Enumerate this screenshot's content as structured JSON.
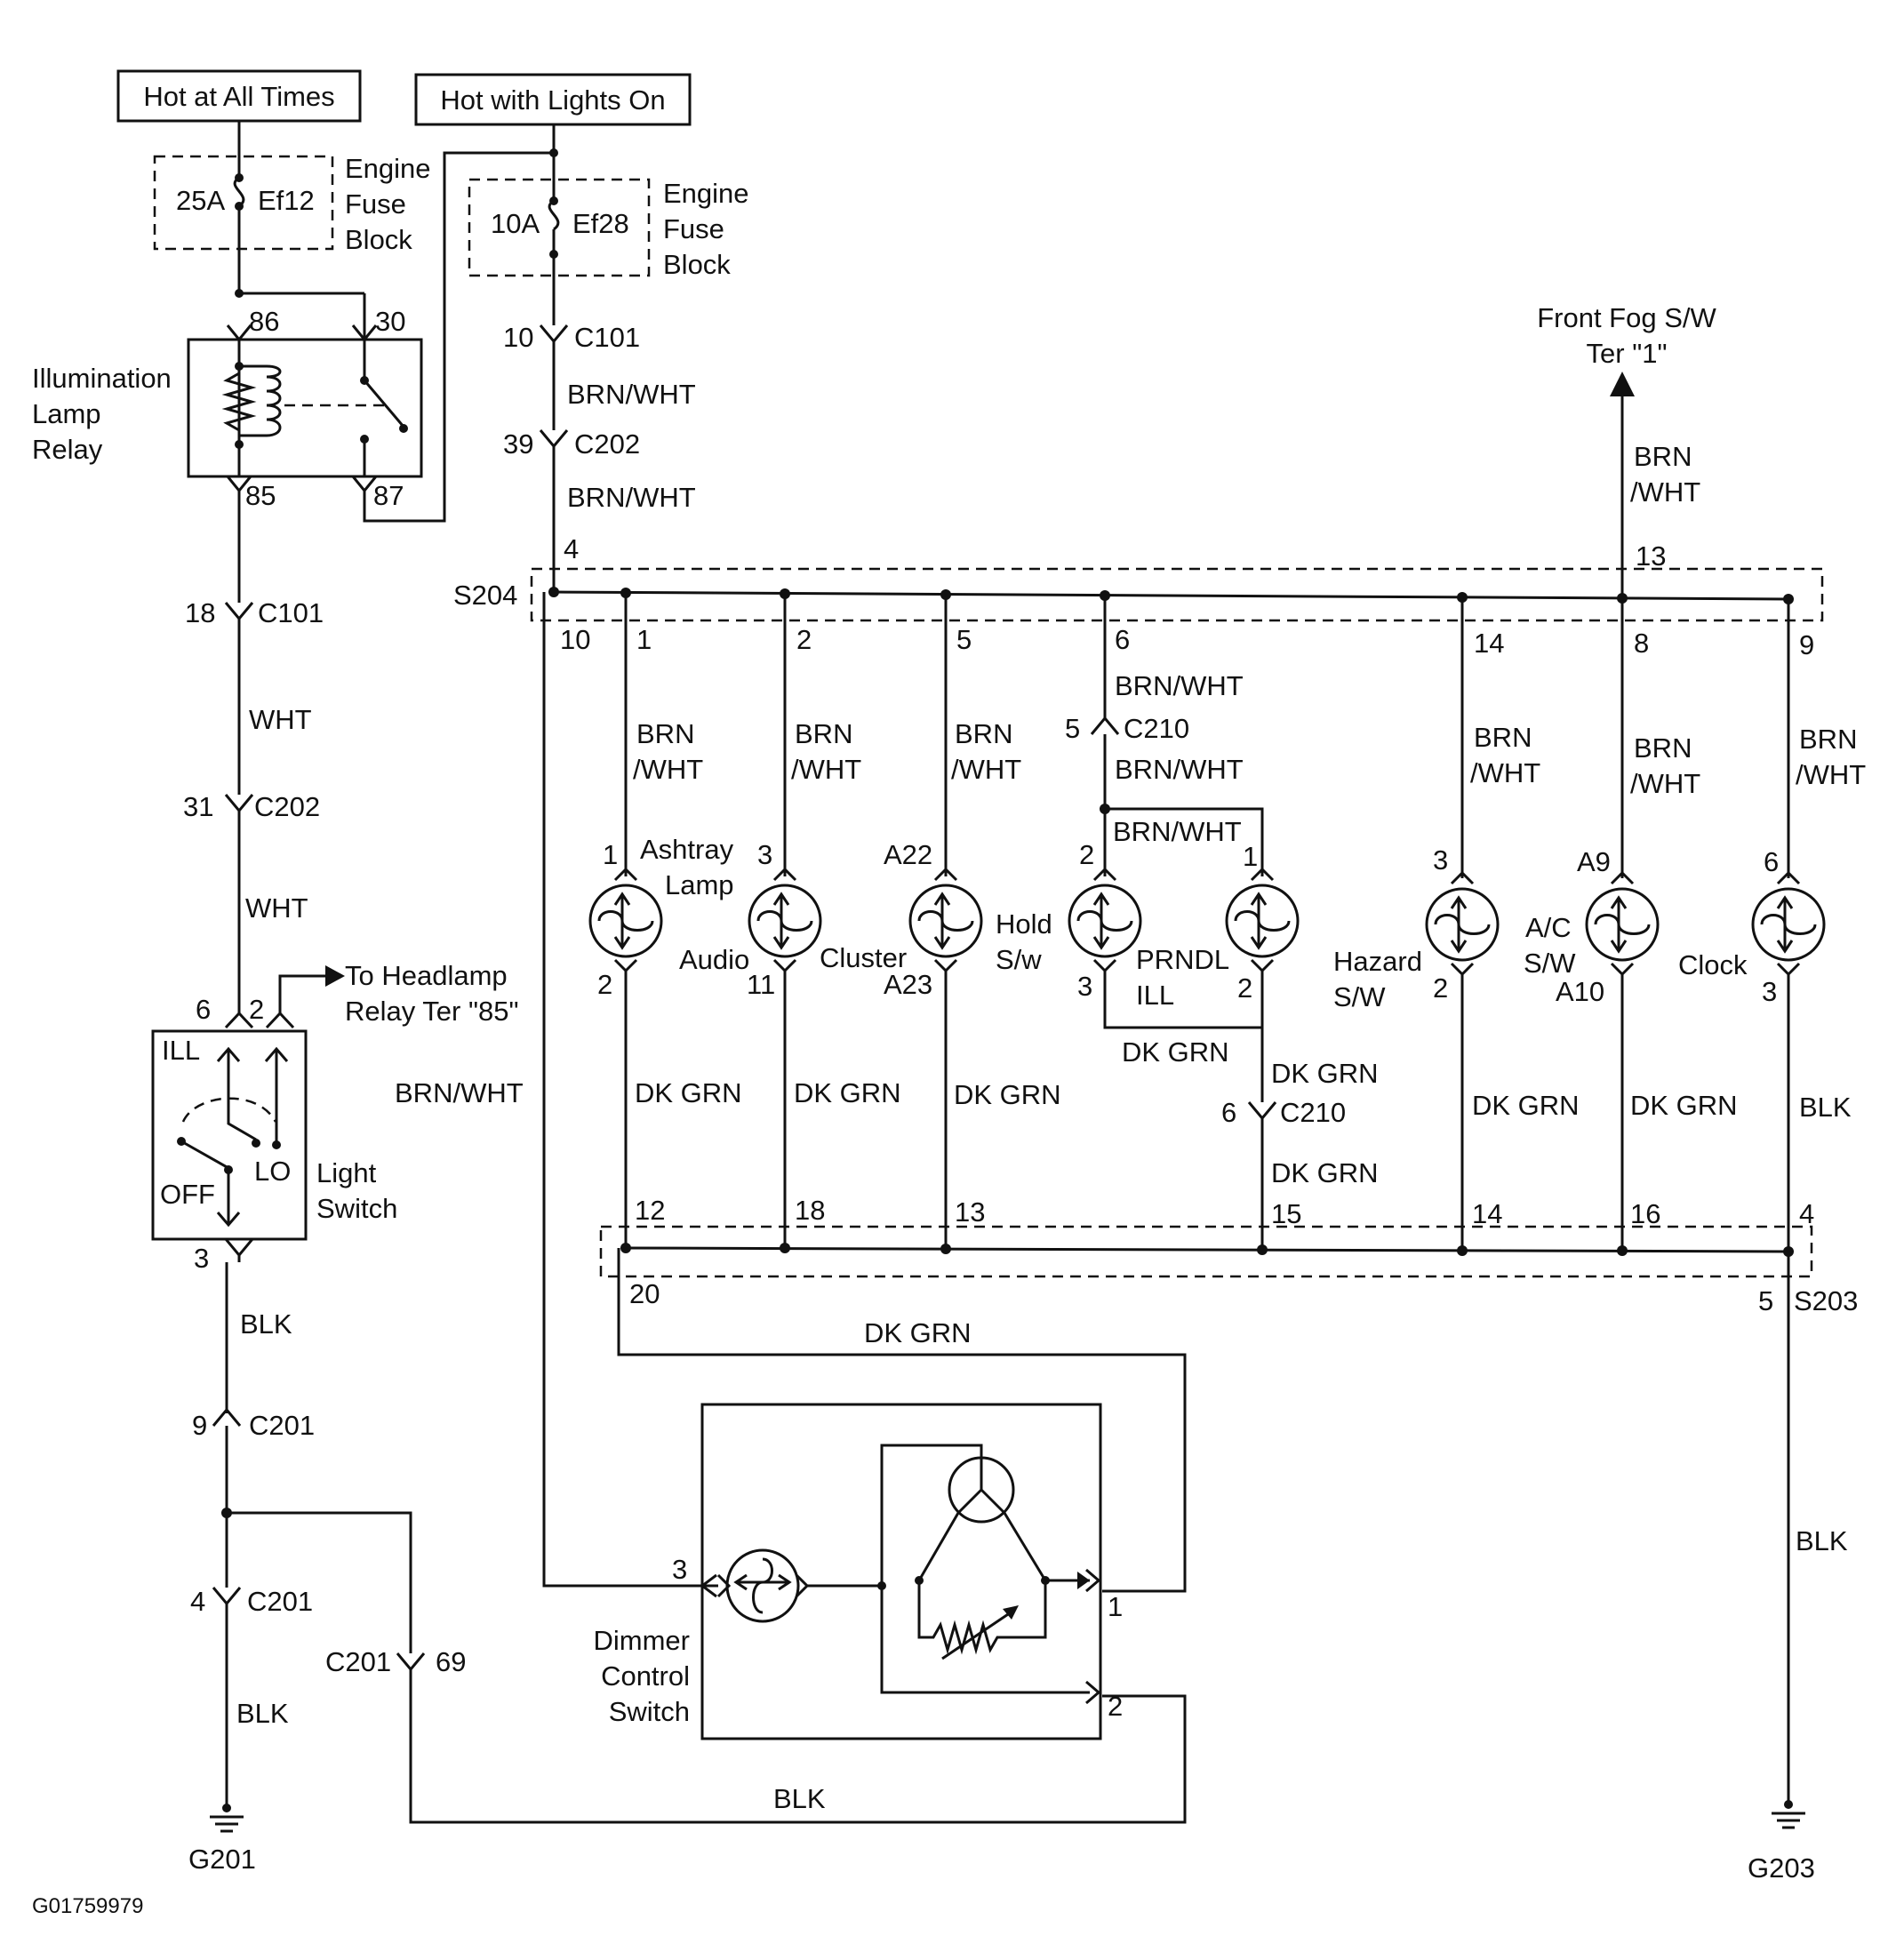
{
  "sources": {
    "hot_at_all_times": "Hot at All Times",
    "hot_with_lights_on": "Hot with Lights On"
  },
  "fuses": {
    "ef12": {
      "amps": "25A",
      "name": "Ef12",
      "block": [
        "Engine",
        "Fuse",
        "Block"
      ]
    },
    "ef28": {
      "amps": "10A",
      "name": "Ef28",
      "block": [
        "Engine",
        "Fuse",
        "Block"
      ]
    }
  },
  "relay": {
    "name": [
      "Illumination",
      "Lamp",
      "Relay"
    ],
    "pins": {
      "p86": "86",
      "p30": "30",
      "p85": "85",
      "p87": "87"
    }
  },
  "connectors": {
    "c101_left": {
      "pin": "18",
      "name": "C101"
    },
    "c202_left": {
      "pin": "31",
      "name": "C202"
    },
    "c101_mid": {
      "pin": "10",
      "name": "C101"
    },
    "c202_mid": {
      "pin": "39",
      "name": "C202"
    },
    "c210_top": {
      "pin": "5",
      "name": "C210"
    },
    "c210_bot": {
      "pin": "6",
      "name": "C210"
    },
    "c201_top": {
      "pin": "9",
      "name": "C201"
    },
    "c201_ground": {
      "pin": "4",
      "name": "C201"
    },
    "c201_dimmer": {
      "pin": "69",
      "name": "C201"
    }
  },
  "wire_colors": {
    "brn_wht": "BRN/WHT",
    "brn": "BRN",
    "wht_suffix": "/WHT",
    "wht": "WHT",
    "dk_grn": "DK GRN",
    "blk": "BLK"
  },
  "light_switch": {
    "name": [
      "Light",
      "Switch"
    ],
    "positions": {
      "ill": "ILL",
      "off": "OFF",
      "lo": "LO"
    },
    "pins": {
      "p6": "6",
      "p2": "2",
      "p3": "3"
    },
    "headlamp_ref": [
      "To Headlamp",
      "Relay Ter \"85\""
    ]
  },
  "splices": {
    "s204": {
      "name": "S204",
      "pins": [
        "4",
        "10",
        "1",
        "2",
        "5",
        "6",
        "14",
        "8",
        "9",
        "13"
      ]
    },
    "s203": {
      "name": "S203",
      "pins": [
        "12",
        "18",
        "13",
        "15",
        "14",
        "16",
        "4",
        "20",
        "5"
      ]
    }
  },
  "front_fog": [
    "Front Fog S/W",
    "Ter \"1\""
  ],
  "lamps": [
    {
      "name": [
        "Ashtray",
        "Lamp"
      ],
      "top": "1",
      "bottom": "2"
    },
    {
      "name": [
        "Audio"
      ],
      "top": "3",
      "bottom": "11"
    },
    {
      "name": [
        "Cluster"
      ],
      "top": "A22",
      "bottom": "A23"
    },
    {
      "name": [
        "Hold",
        "S/w"
      ],
      "top": "2",
      "bottom": "3"
    },
    {
      "name": [
        "PRNDL",
        "ILL"
      ],
      "top": "1",
      "bottom": "2"
    },
    {
      "name": [
        "Hazard",
        "S/W"
      ],
      "top": "3",
      "bottom": "2"
    },
    {
      "name": [
        "A/C",
        "S/W"
      ],
      "top": "A9",
      "bottom": "A10"
    },
    {
      "name": [
        "Clock"
      ],
      "top": "6",
      "bottom": "3"
    }
  ],
  "dimmer": {
    "name": [
      "Dimmer",
      "Control",
      "Switch"
    ],
    "pins": {
      "p3": "3",
      "p1": "1",
      "p2": "2"
    }
  },
  "grounds": {
    "g201": "G201",
    "g203": "G203"
  },
  "figure_id": "G01759979"
}
